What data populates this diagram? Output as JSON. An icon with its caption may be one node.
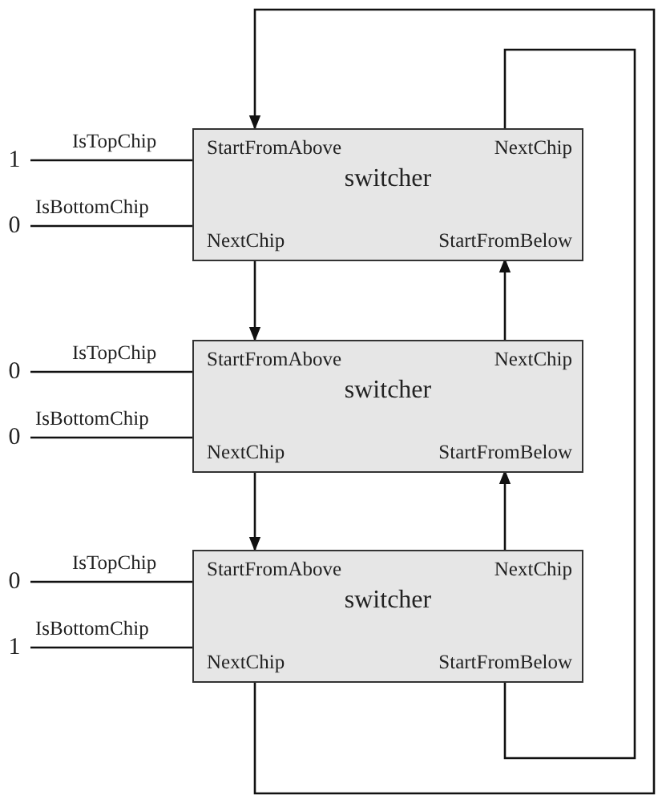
{
  "diagram": {
    "nodes": [
      {
        "text": [
          "1"
        ]
      },
      {
        "text": [
          "0"
        ]
      },
      {
        "text": [
          "switcher"
        ]
      },
      {
        "text": [
          "StartFromAbove"
        ],
        "in": 2
      },
      {
        "text": [
          "NextChip"
        ],
        "in": 2
      },
      {
        "text": [
          "NextChip"
        ],
        "in": 2
      },
      {
        "text": [
          "StartFromBelow"
        ],
        "in": 2
      },
      {
        "text": [
          "0"
        ]
      },
      {
        "text": [
          "0"
        ]
      },
      {
        "text": [
          "switcher"
        ]
      },
      {
        "text": [
          "StartFromAbove"
        ],
        "in": 9
      },
      {
        "text": [
          "NextChip"
        ],
        "in": 9
      },
      {
        "text": [
          "NextChip"
        ],
        "in": 9
      },
      {
        "text": [
          "StartFromBelow"
        ],
        "in": 9
      },
      {
        "text": [
          "0"
        ]
      },
      {
        "text": [
          "1"
        ]
      },
      {
        "text": [
          "switcher"
        ]
      },
      {
        "text": [
          "StartFromAbove"
        ],
        "in": 16
      },
      {
        "text": [
          "NextChip"
        ],
        "in": 16
      },
      {
        "text": [
          "NextChip"
        ],
        "in": 16
      },
      {
        "text": [
          "StartFromBelow"
        ],
        "in": 16
      }
    ],
    "edges": [
      {
        "from": 0,
        "to": 2,
        "arrow": "none",
        "label": "IsTopChip"
      },
      {
        "from": 1,
        "to": 2,
        "arrow": "none",
        "label": "IsBottomChip"
      },
      {
        "from": 7,
        "to": 9,
        "arrow": "none",
        "label": "IsTopChip"
      },
      {
        "from": 8,
        "to": 9,
        "arrow": "none",
        "label": "IsBottomChip"
      },
      {
        "from": 14,
        "to": 16,
        "arrow": "none",
        "label": "IsTopChip"
      },
      {
        "from": 15,
        "to": 16,
        "arrow": "none",
        "label": "IsBottomChip"
      },
      {
        "from": 5,
        "to": 10,
        "arrow": "to"
      },
      {
        "from": 11,
        "to": 6,
        "arrow": "to"
      },
      {
        "from": 12,
        "to": 17,
        "arrow": "to"
      },
      {
        "from": 18,
        "to": 13,
        "arrow": "to"
      },
      {
        "from": 4,
        "to": 20,
        "arrow": "none"
      },
      {
        "from": 19,
        "to": 3,
        "arrow": "to"
      }
    ]
  }
}
